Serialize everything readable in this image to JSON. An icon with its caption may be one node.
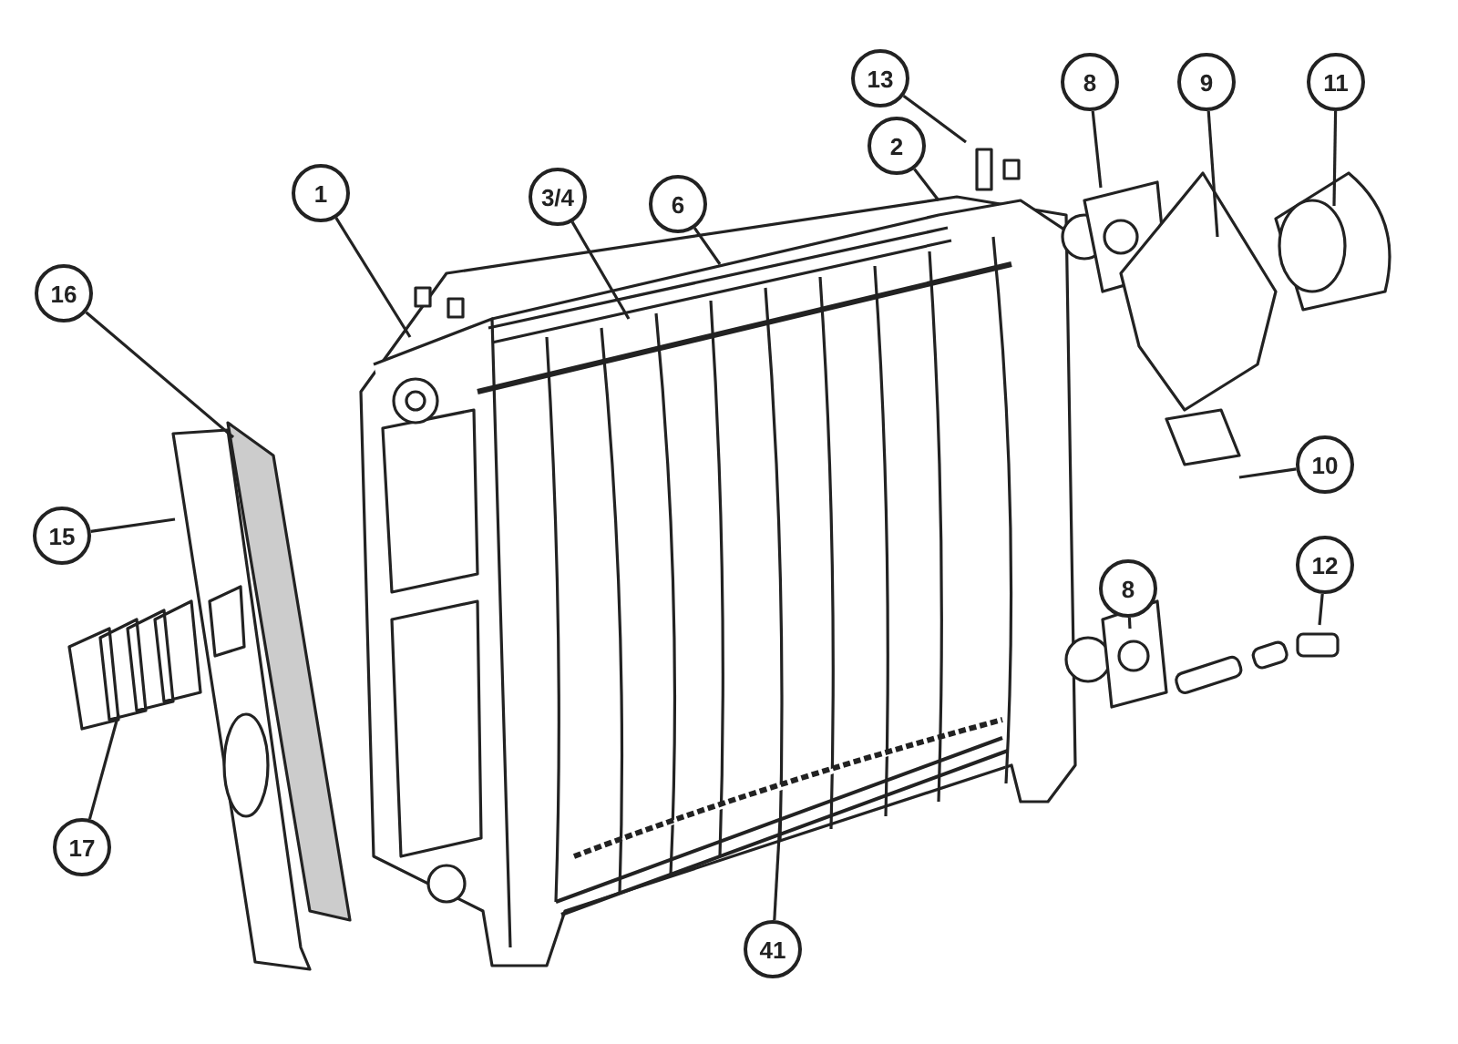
{
  "diagram": {
    "nodes": [
      {
        "text": [
          "13"
        ]
      },
      {
        "text": [
          "8"
        ]
      },
      {
        "text": [
          "9"
        ]
      },
      {
        "text": [
          "11"
        ]
      },
      {
        "text": [
          "2"
        ]
      },
      {
        "text": [
          "1"
        ]
      },
      {
        "text": [
          "3/4"
        ]
      },
      {
        "text": [
          "6"
        ]
      },
      {
        "text": [
          "16"
        ]
      },
      {
        "text": [
          "10"
        ]
      },
      {
        "text": [
          "15"
        ]
      },
      {
        "text": [
          "8"
        ]
      },
      {
        "text": [
          "12"
        ]
      },
      {
        "text": [
          "17"
        ]
      },
      {
        "text": [
          "41"
        ]
      }
    ],
    "edges": [
      {
        "from": 0,
        "to": null,
        "arrow": "none"
      },
      {
        "from": 1,
        "to": null,
        "arrow": "none"
      },
      {
        "from": 2,
        "to": null,
        "arrow": "none"
      },
      {
        "from": 3,
        "to": null,
        "arrow": "none"
      },
      {
        "from": 4,
        "to": null,
        "arrow": "none"
      },
      {
        "from": 5,
        "to": null,
        "arrow": "none"
      },
      {
        "from": 6,
        "to": null,
        "arrow": "none"
      },
      {
        "from": 7,
        "to": null,
        "arrow": "none"
      },
      {
        "from": 8,
        "to": null,
        "arrow": "none"
      },
      {
        "from": 9,
        "to": null,
        "arrow": "none"
      },
      {
        "from": 10,
        "to": null,
        "arrow": "none"
      },
      {
        "from": 11,
        "to": null,
        "arrow": "none"
      },
      {
        "from": 12,
        "to": null,
        "arrow": "none"
      },
      {
        "from": 13,
        "to": null,
        "arrow": "none"
      },
      {
        "from": 14,
        "to": null,
        "arrow": "none"
      }
    ]
  }
}
